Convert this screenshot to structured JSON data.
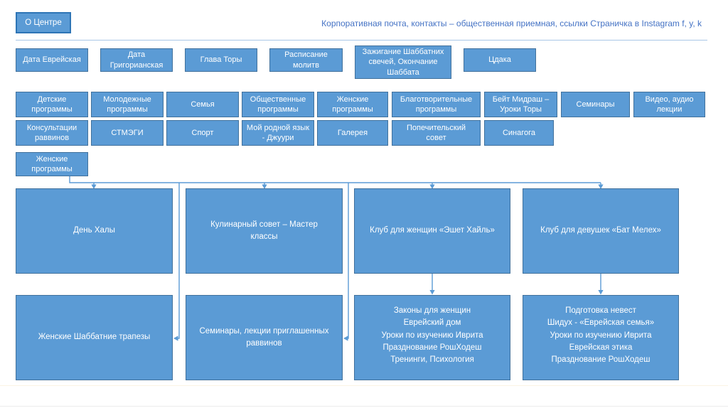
{
  "topbar": {
    "about": "О Центре",
    "links": "Корпоративная почта, контакты – общественная приемная, ссылки Страничка в Instagram f, y, k"
  },
  "row_info": [
    "Дата Еврейская",
    "Дата Григорианская",
    "Глава Торы",
    "Расписание молитв",
    "Зажигание Шаббатних свечей, Окончание Шаббата",
    "Цдака"
  ],
  "nav_row1": [
    "Детские программы",
    "Молодежные программы",
    "Семья",
    "Общественные программы",
    "Женские программы",
    "Благотворительные программы",
    "Бейт Мидраш – Уроки Торы",
    "Семинары",
    "Видео, аудио лекции"
  ],
  "nav_row2": [
    "Консультации раввинов",
    "СТМЭГИ",
    "Спорт",
    "Мой родной язык -  Джуури",
    "Галерея",
    "Попечительский совет",
    "Синагога"
  ],
  "selected_section": "Женские программы",
  "programs": [
    "День Халы",
    "Кулинарный совет – Мастер классы",
    "Клуб для женщин «Эшет Хайль»",
    "Клуб для девушек «Бат Мелех»"
  ],
  "details": [
    "Женские Шаббатние трапезы",
    "Семинары, лекции приглашенных раввинов",
    [
      "Законы для женщин",
      "Еврейский дом",
      "Уроки по изучению Иврита",
      "Празднование РошХодеш",
      "Тренинги, Психология"
    ],
    [
      "Подготовка невест",
      "Шидух - «Еврейская семья»",
      "Уроки по изучению Иврита",
      "Еврейская этика",
      "Празднование РошХодеш"
    ]
  ],
  "colors": {
    "box_fill": "#5B9BD5",
    "box_border": "#41719C",
    "about_border": "#2E75B6",
    "link_text": "#4472C4",
    "connector": "#5B9BD5",
    "divider": "#A9C7E7"
  }
}
